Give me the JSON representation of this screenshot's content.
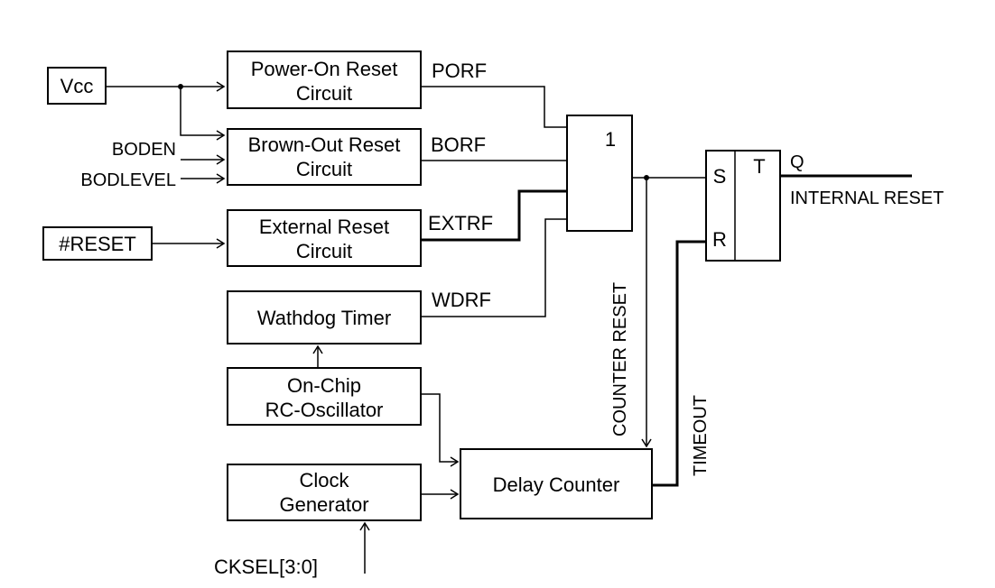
{
  "diagram": {
    "blocks": {
      "vcc": "Vcc",
      "por": [
        "Power-On Reset",
        "Circuit"
      ],
      "bor": [
        "Brown-Out Reset",
        "Circuit"
      ],
      "ext": [
        "External Reset",
        "Circuit"
      ],
      "wdt": "Wathdog Timer",
      "osc": [
        "On-Chip",
        "RC-Oscillator"
      ],
      "clk": [
        "Clock",
        "Generator"
      ],
      "reset_pin": "#RESET",
      "or_gate": "1",
      "delay": "Delay Counter",
      "ff_s": "S",
      "ff_r": "R",
      "ff_t": "T"
    },
    "signals": {
      "porf": "PORF",
      "borf": "BORF",
      "extrf": "EXTRF",
      "wdrf": "WDRF",
      "boden": "BODEN",
      "bodlevel": "BODLEVEL",
      "cksel": "CKSEL[3:0]",
      "counter_reset": "COUNTER RESET",
      "timeout": "TIMEOUT",
      "q": "Q",
      "internal_reset": "INTERNAL RESET"
    }
  }
}
